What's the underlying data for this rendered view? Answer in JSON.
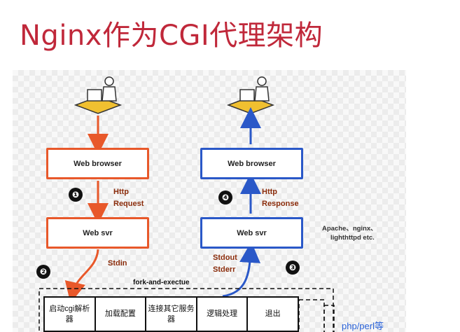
{
  "title": "Nginx作为CGI代理架构",
  "colors": {
    "title": "#c0283a",
    "request_flow": "#e8582a",
    "response_flow": "#2a58c8",
    "label": "#8b2d0c",
    "footnote": "#2a62d8"
  },
  "left": {
    "browser_label": "Web browser",
    "server_label": "Web svr",
    "step1_badge": "❶",
    "request_label_line1": "Http",
    "request_label_line2": "Request",
    "step2_badge": "❷",
    "stdin_label": "Stdin"
  },
  "right": {
    "browser_label": "Web browser",
    "server_label": "Web svr",
    "step4_badge": "❹",
    "response_label_line1": "Http",
    "response_label_line2": "Response",
    "stdout_label": "Stdout",
    "stderr_label": "Stderr",
    "step3_badge": "❸",
    "servers_note_line1": "Apache、nginx、",
    "servers_note_line2": "lighthttpd etc."
  },
  "fork_label": "fork-and-exectue",
  "process_steps": [
    "启动cgi解析器",
    "加载配置",
    "连接其它服务器",
    "逻辑处理",
    "退出"
  ],
  "footnote": "php/perl等"
}
